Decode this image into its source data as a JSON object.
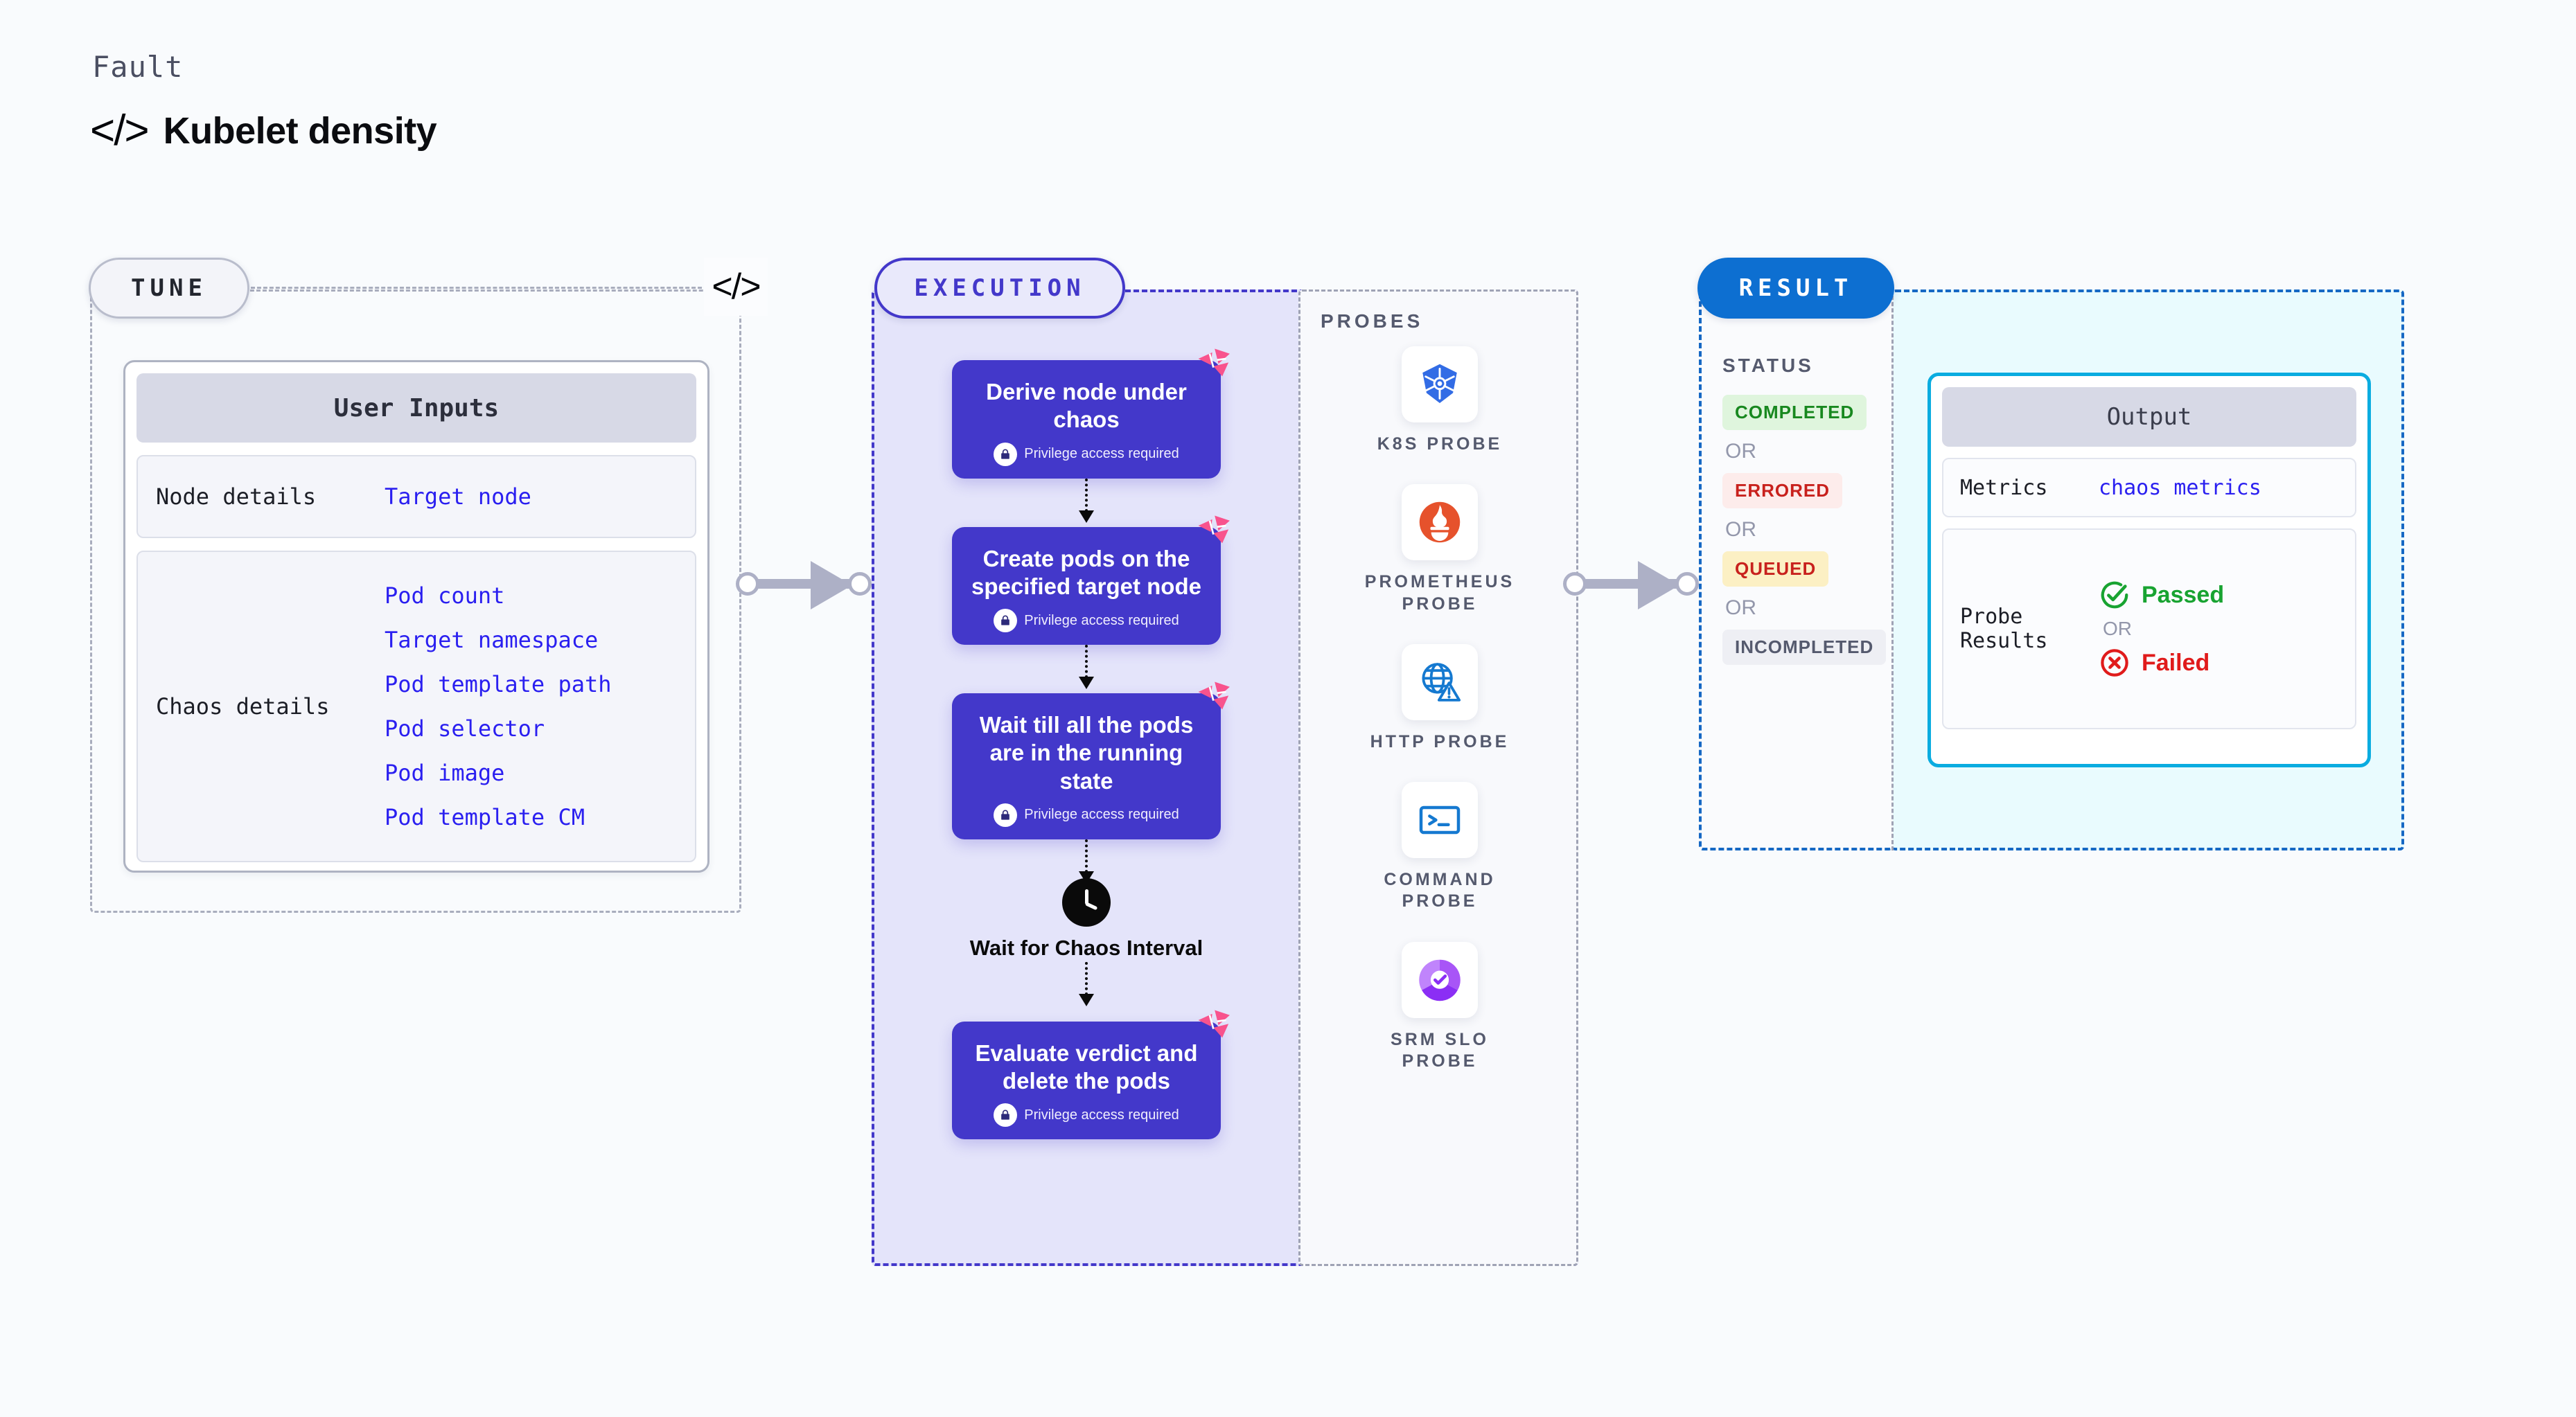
{
  "header": {
    "eyebrow": "Fault",
    "icon": "code-icon",
    "icon_glyph": "</>",
    "title": "Kubelet density"
  },
  "tune": {
    "pill_label": "TUNE",
    "edge_icon": "code-icon",
    "edge_icon_glyph": "</>",
    "card": {
      "title": "User Inputs",
      "sections": [
        {
          "label": "Node details",
          "values": [
            "Target node"
          ]
        },
        {
          "label": "Chaos details",
          "values": [
            "Pod count",
            "Target namespace",
            "Pod template path",
            "Pod selector",
            "Pod image",
            "Pod template CM"
          ]
        }
      ]
    }
  },
  "execution": {
    "pill_label": "EXECUTION",
    "privilege_note": "Privilege access required",
    "steps": [
      {
        "title": "Derive node under chaos",
        "privilege": true,
        "badge": "harness-logo-icon"
      },
      {
        "title": "Create pods on the specified target node",
        "privilege": true,
        "badge": "harness-logo-icon"
      },
      {
        "title": "Wait till all the pods are in the running state",
        "privilege": true,
        "badge": "harness-logo-icon"
      }
    ],
    "wait_node": {
      "icon": "clock-icon",
      "label": "Wait for Chaos Interval"
    },
    "final_step": {
      "title": "Evaluate verdict and delete the pods",
      "privilege": true,
      "badge": "harness-logo-icon"
    }
  },
  "probes": {
    "label": "PROBES",
    "items": [
      {
        "name": "K8S PROBE",
        "icon": "kubernetes-icon"
      },
      {
        "name": "PROMETHEUS PROBE",
        "icon": "prometheus-icon"
      },
      {
        "name": "HTTP PROBE",
        "icon": "http-globe-icon"
      },
      {
        "name": "COMMAND PROBE",
        "icon": "terminal-icon"
      },
      {
        "name": "SRM SLO PROBE",
        "icon": "srm-slo-icon"
      }
    ]
  },
  "result": {
    "pill_label": "RESULT",
    "status_label": "STATUS",
    "or_label": "OR",
    "statuses": [
      {
        "label": "COMPLETED",
        "bg": "#dff5dd",
        "fg": "#18881f"
      },
      {
        "label": "ERRORED",
        "bg": "#fdeceb",
        "fg": "#c8211d"
      },
      {
        "label": "QUEUED",
        "bg": "#fcf0c4",
        "fg": "#c8211d"
      },
      {
        "label": "INCOMPLETED",
        "bg": "#eeeff4",
        "fg": "#555a6e"
      }
    ],
    "output": {
      "title": "Output",
      "metrics_label": "Metrics",
      "metrics_value": "chaos metrics",
      "probe_results_label": "Probe\nResults",
      "passed_label": "Passed",
      "failed_label": "Failed",
      "or_label": "OR"
    }
  },
  "colors": {
    "accent_purple": "#4338ca",
    "accent_blue": "#0d6fd1",
    "accent_cyan": "#0aace0",
    "badge_pink": "#f8538d",
    "link_blue": "#2a1ff0",
    "background": "#f9fbfd"
  }
}
